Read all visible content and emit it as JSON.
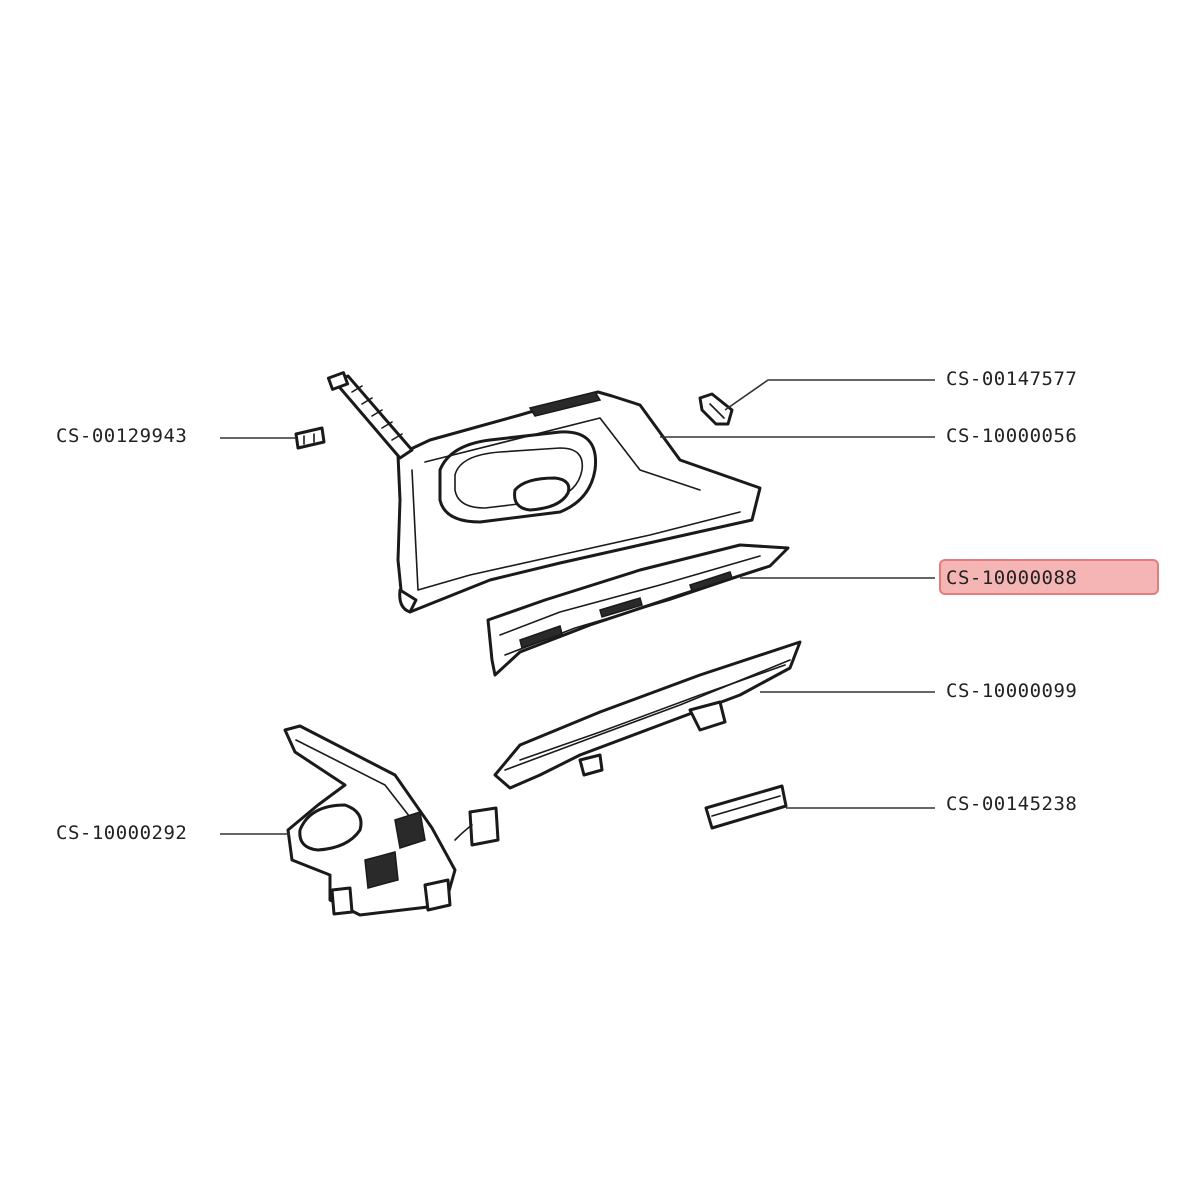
{
  "labels": {
    "cs_00147577": "CS-00147577",
    "cs_00129943": "CS-00129943",
    "cs_10000056": "CS-10000056",
    "cs_10000088": "CS-10000088",
    "cs_10000099": "CS-10000099",
    "cs_10000292": "CS-10000292",
    "cs_00145238": "CS-00145238"
  },
  "highlight": {
    "part": "CS-10000088",
    "fill_color": "#f6b5b5",
    "border_color": "#e37d7d"
  }
}
